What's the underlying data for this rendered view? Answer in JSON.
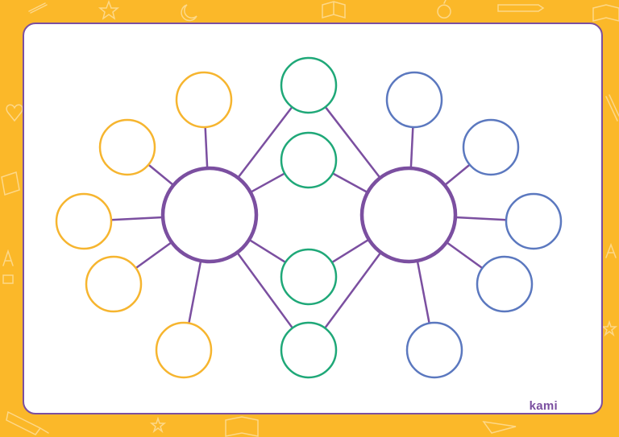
{
  "brand": {
    "logo_text": "kami",
    "color": "#7b4fa0"
  },
  "diagram": {
    "type": "double-bubble-map",
    "colors": {
      "background": "#fbb829",
      "card": "#ffffff",
      "card_border": "#7b4fa0",
      "connector": "#7b4fa0",
      "main_circle": "#7b4fa0",
      "left_attributes": "#f6b52f",
      "shared_attributes": "#1fa878",
      "right_attributes": "#5b78bf"
    },
    "main_topics": [
      {
        "id": "left",
        "text": ""
      },
      {
        "id": "right",
        "text": ""
      }
    ],
    "left_attributes": [
      "",
      "",
      "",
      "",
      ""
    ],
    "shared_attributes": [
      "",
      "",
      "",
      ""
    ],
    "right_attributes": [
      "",
      "",
      "",
      "",
      ""
    ]
  },
  "decorations": [
    "pencil-doodle-icon",
    "rocket-doodle-icon",
    "apple-doodle-icon",
    "book-doodle-icon",
    "star-doodle-icon",
    "abc-doodle-icon"
  ]
}
